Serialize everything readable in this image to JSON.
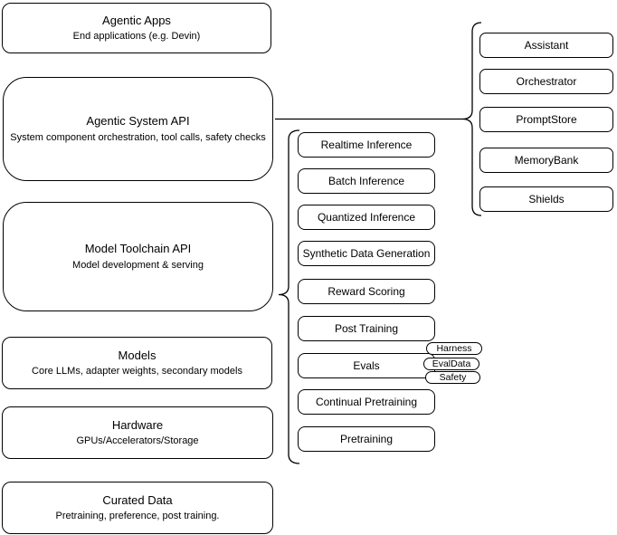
{
  "diagram": {
    "colors": {
      "stroke": "#000000",
      "fill": "#ffffff",
      "background": "#ffffff"
    },
    "left_stack": [
      {
        "title": "Agentic Apps",
        "subtitle": "End applications (e.g. Devin)"
      },
      {
        "title": "Agentic System API",
        "subtitle": "System component orchestration, tool calls, safety checks"
      },
      {
        "title": "Model Toolchain API",
        "subtitle": "Model development & serving"
      },
      {
        "title": "Models",
        "subtitle": "Core LLMs, adapter weights, secondary models"
      },
      {
        "title": "Hardware",
        "subtitle": "GPUs/Accelerators/Storage"
      },
      {
        "title": "Curated Data",
        "subtitle": "Pretraining, preference, post training."
      }
    ],
    "toolchain_components": [
      "Realtime Inference",
      "Batch Inference",
      "Quantized Inference",
      "Synthetic Data Generation",
      "Reward Scoring",
      "Post Training",
      "Evals",
      "Continual Pretraining",
      "Pretraining"
    ],
    "evals_tags": [
      "Harness",
      "EvalData",
      "Safety"
    ],
    "system_components": [
      "Assistant",
      "Orchestrator",
      "PromptStore",
      "MemoryBank",
      "Shields"
    ]
  }
}
